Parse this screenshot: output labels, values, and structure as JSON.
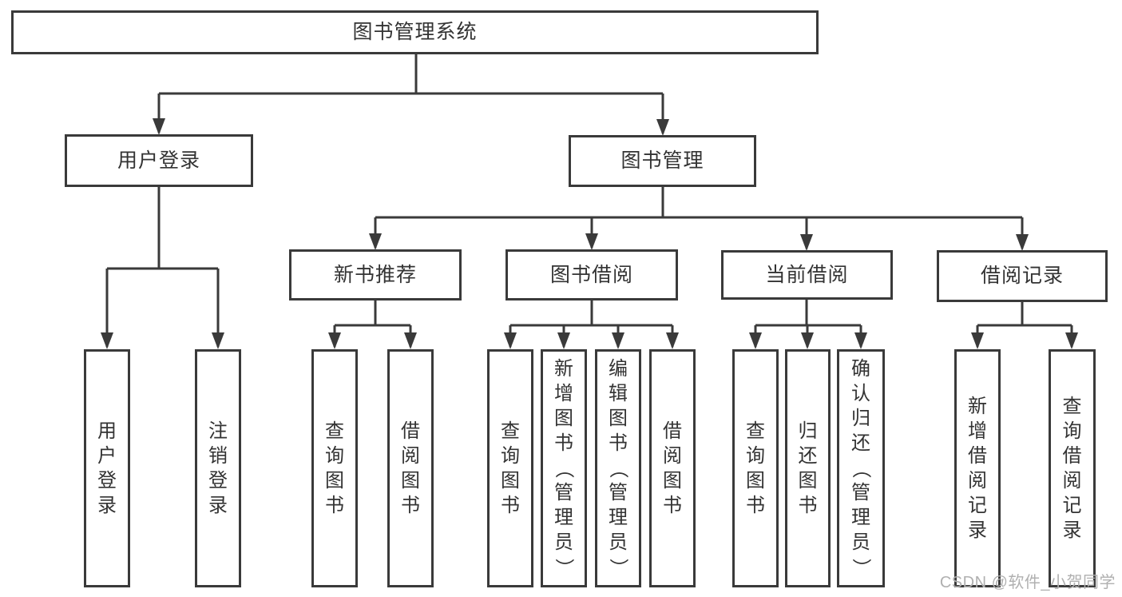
{
  "diagram": {
    "title": "图书管理系统",
    "nodes": [
      {
        "id": "root",
        "label": "图书管理系统",
        "parent": null,
        "orientation": "horizontal"
      },
      {
        "id": "user-login",
        "label": "用户登录",
        "parent": "root",
        "orientation": "horizontal"
      },
      {
        "id": "book-management",
        "label": "图书管理",
        "parent": "root",
        "orientation": "horizontal"
      },
      {
        "id": "new-book-recommend",
        "label": "新书推荐",
        "parent": "book-management",
        "orientation": "horizontal"
      },
      {
        "id": "book-borrowing",
        "label": "图书借阅",
        "parent": "book-management",
        "orientation": "horizontal"
      },
      {
        "id": "current-borrowing",
        "label": "当前借阅",
        "parent": "book-management",
        "orientation": "horizontal"
      },
      {
        "id": "borrowing-records",
        "label": "借阅记录",
        "parent": "book-management",
        "orientation": "horizontal"
      },
      {
        "id": "leaf-user-login",
        "label": "用户登录",
        "parent": "user-login",
        "orientation": "vertical"
      },
      {
        "id": "leaf-logout",
        "label": "注销登录",
        "parent": "user-login",
        "orientation": "vertical"
      },
      {
        "id": "leaf-query-books-1",
        "label": "查询图书",
        "parent": "new-book-recommend",
        "orientation": "vertical"
      },
      {
        "id": "leaf-borrow-books-1",
        "label": "借阅图书",
        "parent": "new-book-recommend",
        "orientation": "vertical"
      },
      {
        "id": "leaf-query-books-2",
        "label": "查询图书",
        "parent": "book-borrowing",
        "orientation": "vertical"
      },
      {
        "id": "leaf-add-books",
        "label": "新增图书（管理员）",
        "parent": "book-borrowing",
        "orientation": "vertical"
      },
      {
        "id": "leaf-edit-books",
        "label": "编辑图书（管理员）",
        "parent": "book-borrowing",
        "orientation": "vertical"
      },
      {
        "id": "leaf-borrow-books-2",
        "label": "借阅图书",
        "parent": "book-borrowing",
        "orientation": "vertical"
      },
      {
        "id": "leaf-query-books-3",
        "label": "查询图书",
        "parent": "current-borrowing",
        "orientation": "vertical"
      },
      {
        "id": "leaf-return-books",
        "label": "归还图书",
        "parent": "current-borrowing",
        "orientation": "vertical"
      },
      {
        "id": "leaf-confirm-return",
        "label": "确认归还（管理员）",
        "parent": "current-borrowing",
        "orientation": "vertical"
      },
      {
        "id": "leaf-add-borrow-record",
        "label": "新增借阅记录",
        "parent": "borrowing-records",
        "orientation": "vertical"
      },
      {
        "id": "leaf-query-borrow-record",
        "label": "查询借阅记录",
        "parent": "borrowing-records",
        "orientation": "vertical"
      }
    ]
  },
  "watermark": {
    "text": "CSDN @软件_小贺同学"
  },
  "colors": {
    "line": "#3a3a3a",
    "text": "#333333",
    "watermark": "#b0b0b0",
    "background": "#ffffff"
  }
}
